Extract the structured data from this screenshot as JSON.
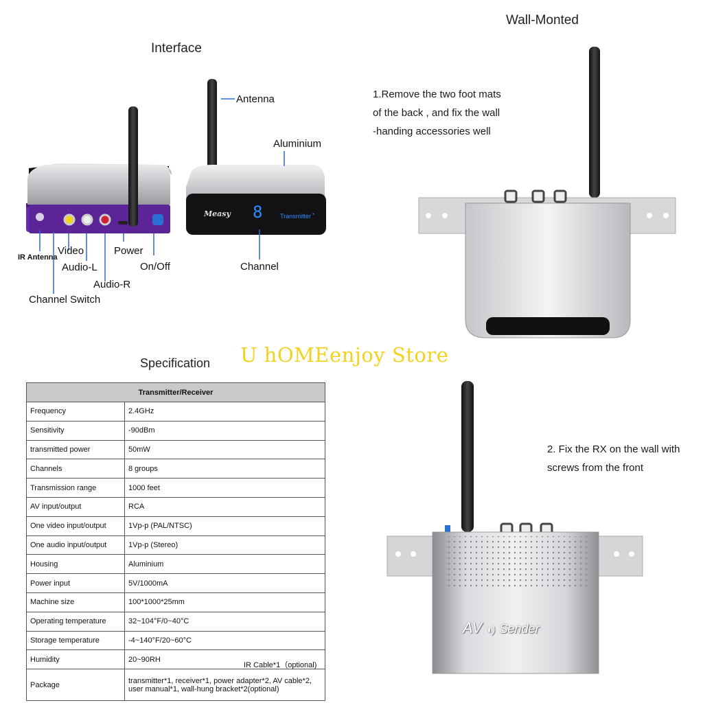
{
  "interface": {
    "title": "Interface",
    "labels": {
      "antenna": "Antenna",
      "aluminium": "Aluminium",
      "video": "Video",
      "power": "Power",
      "audio_l": "Audio-L",
      "on_off": "On/Off",
      "audio_r": "Audio-R",
      "channel_switch": "Channel Switch",
      "ir_antenna": "IR Antenna",
      "channel": "Channel"
    },
    "device_front": {
      "brand": "Measy",
      "digit": "8",
      "model": "Transmitter"
    }
  },
  "wall_mounted": {
    "title": "Wall-Monted",
    "step1": [
      "1.Remove the two foot mats",
      "of  the back , and fix the wall",
      "-handing accessories well"
    ],
    "step2": [
      "2. Fix the RX on the wall with",
      "screws from the front"
    ],
    "sender_label": "AV",
    "sender_word": "Sender"
  },
  "watermark": "U hOMEenjoy Store",
  "specification": {
    "title": "Specification",
    "header": "Transmitter/Receiver",
    "rows": [
      {
        "key": "Frequency",
        "value": "2.4GHz"
      },
      {
        "key": "Sensitivity",
        "value": "-90dBm"
      },
      {
        "key": "transmitted power",
        "value": "50mW"
      },
      {
        "key": "Channels",
        "value": "8 groups"
      },
      {
        "key": "Transmission range",
        "value": "1000 feet"
      },
      {
        "key": "AV input/output",
        "value": "RCA"
      },
      {
        "key": "One video input/output",
        "value": "1Vp-p  (PAL/NTSC)"
      },
      {
        "key": "One audio input/output",
        "value": "1Vp-p  (Stereo)"
      },
      {
        "key": "Housing",
        "value": "Aluminium"
      },
      {
        "key": "Power input",
        "value": "5V/1000mA"
      },
      {
        "key": "Machine size",
        "value": "100*1000*25mm"
      },
      {
        "key": "Operating temperature",
        "value": "32~104°F/0~40°C"
      },
      {
        "key": "Storage temperature",
        "value": "-4~140°F/20~60°C"
      },
      {
        "key": "Humidity",
        "value": "20~90RH"
      }
    ],
    "ir_note": "IR Cable*1（optional)",
    "package_key": "Package",
    "package_lines": [
      "transmitter*1, receiver*1, power adapter*2, AV cable*2,",
      "user manual*1, wall-hung bracket*2(optional)"
    ]
  }
}
